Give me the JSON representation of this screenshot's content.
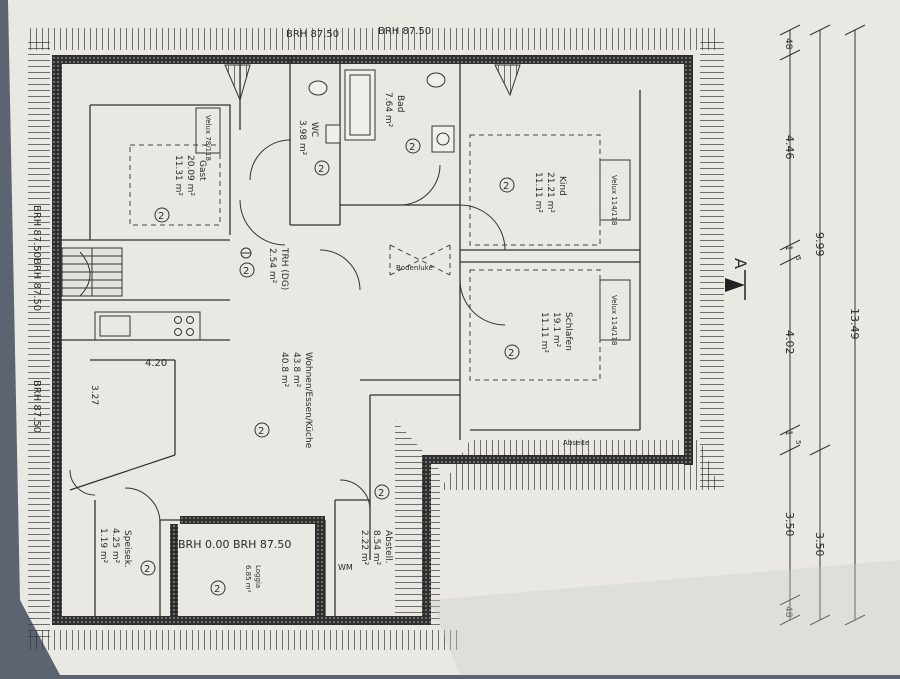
{
  "brh": {
    "top_left": "BRH 87.50",
    "top_right": "BRH 87.50",
    "left_upper": "BRH 87.50",
    "left_mid": "BRH 87.50",
    "left_lower": "BRH 87.50",
    "loggia": "BRH 0.00 BRH 87.50"
  },
  "rooms": {
    "bad": {
      "name": "Bad",
      "area": "7.64 m²",
      "num": "2"
    },
    "wc": {
      "name": "WC",
      "area": "3.98 m²",
      "num": "2"
    },
    "gast": {
      "name": "Gast",
      "area1": "20.09 m²",
      "area2": "11.31 m²",
      "num": "2"
    },
    "kind": {
      "name": "Kind",
      "area1": "21.21 m²",
      "area2": "11.11 m²",
      "num": "2"
    },
    "trh": {
      "name": "TRH (DG)",
      "area": "2.54 m²",
      "num": "2"
    },
    "schlafen": {
      "name": "Schlafen",
      "area1": "19.1 m²",
      "area2": "11.11 m²",
      "num": "2"
    },
    "wohnen": {
      "name": "Wohnen/Essen/Küche",
      "area1": "43.8 m²",
      "area2": "40.8 m²",
      "num": "2"
    },
    "speisek": {
      "name": "Speisek.",
      "area1": "4.25 m²",
      "area2": "1.19 m²",
      "num": "2"
    },
    "loggia": {
      "name": "Loggia",
      "area": "6.85 m²",
      "num": "2"
    },
    "abstell": {
      "name": "Abstell.",
      "area1": "8.54 m²",
      "area2": "2.22 m²",
      "num": "2"
    }
  },
  "labels": {
    "velux_gast": "Velux 78/118",
    "velux_kind": "Velux 114/118",
    "velux_schlafen": "Velux 114/118",
    "bodenluke": "Bodenluke",
    "abseite": "Abseite",
    "wm": "WM",
    "dim_420": "4.20",
    "dim_327": "3.27",
    "section_marker": "A"
  },
  "dimensions": {
    "inner": [
      "48",
      "4.46",
      "1",
      "5",
      "4.02",
      "1",
      "5",
      "3.50",
      "48"
    ],
    "middle": [
      "9.99",
      "3.50"
    ],
    "outer": "13.49"
  }
}
